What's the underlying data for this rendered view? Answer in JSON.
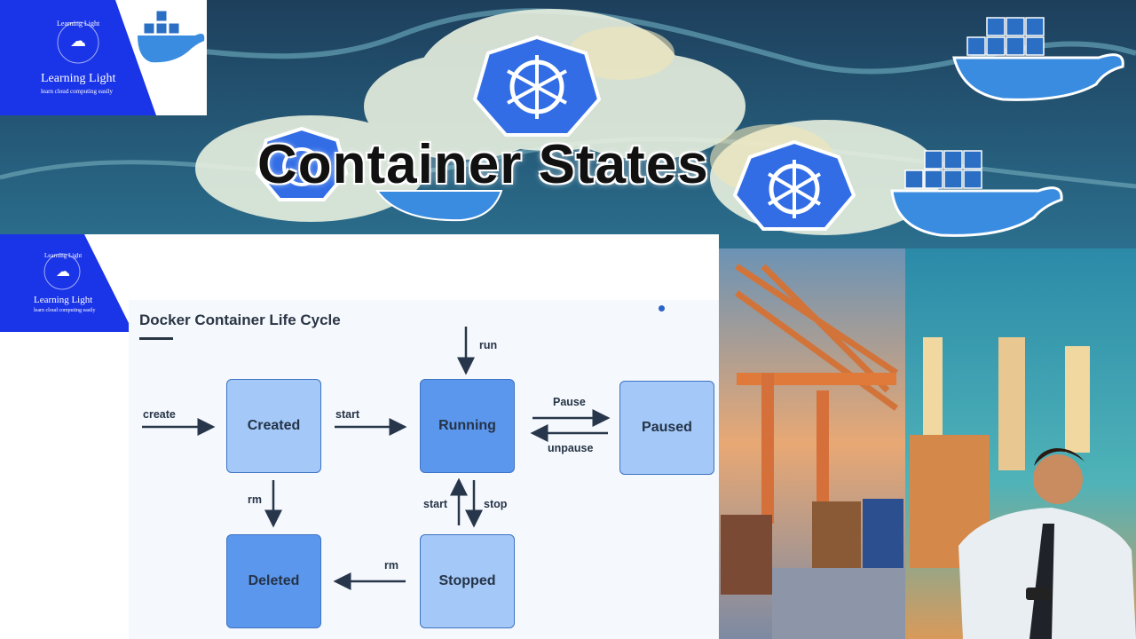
{
  "page_title": "Container States",
  "logo": {
    "arc_text": "Learning Light",
    "name": "Learning Light",
    "tagline": "learn cloud computing easily"
  },
  "diagram": {
    "title": "Docker Container Life Cycle",
    "states": {
      "created": "Created",
      "running": "Running",
      "paused": "Paused",
      "deleted": "Deleted",
      "stopped": "Stopped"
    },
    "transitions": {
      "create": "create",
      "start": "start",
      "run": "run",
      "pause": "Pause",
      "unpause": "unpause",
      "rm_created": "rm",
      "start_stopped": "start",
      "stop": "stop",
      "rm_stopped": "rm"
    }
  },
  "icon_names": [
    "cloud-icon",
    "docker-whale-icon",
    "kubernetes-helm-icon"
  ]
}
